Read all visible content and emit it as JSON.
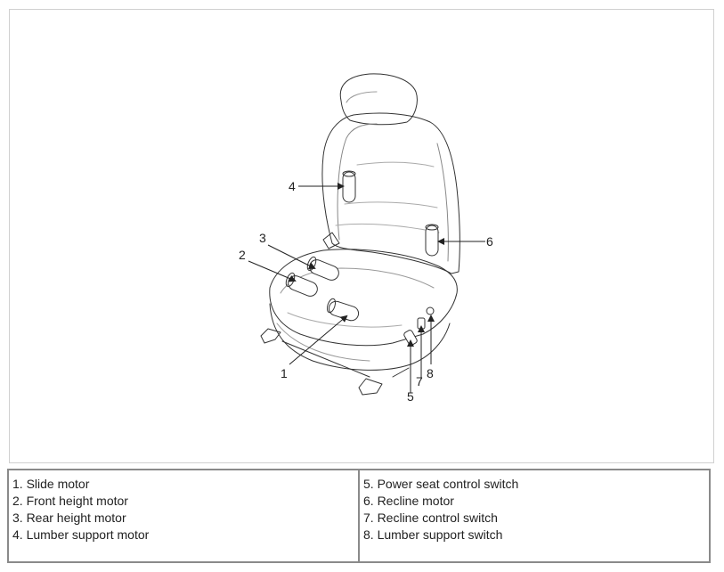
{
  "callouts": [
    "1",
    "2",
    "3",
    "4",
    "5",
    "6",
    "7",
    "8"
  ],
  "legend": {
    "left": [
      "1. Slide motor",
      "2. Front height motor",
      "3. Rear height motor",
      "4. Lumber support motor"
    ],
    "right": [
      "5. Power seat control switch",
      "6. Recline motor",
      "7. Recline control switch",
      "8. Lumber support switch"
    ]
  }
}
